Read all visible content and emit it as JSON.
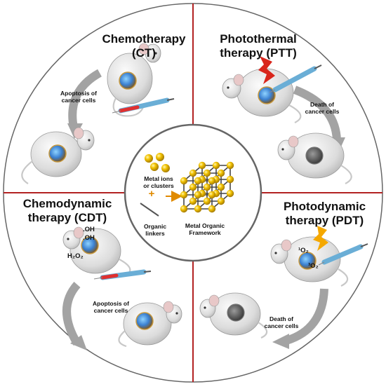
{
  "quadrants": {
    "ct": {
      "title_line1": "Chemotherapy",
      "title_line2": "(CT)",
      "caption_line1": "Apoptosis of",
      "caption_line2": "cancer cells"
    },
    "ptt": {
      "title_line1": "Photothermal",
      "title_line2": "therapy (PTT)",
      "caption_line1": "Death of",
      "caption_line2": "cancer cells"
    },
    "cdt": {
      "title_line1": "Chemodynamic",
      "title_line2": "therapy (CDT)",
      "caption_line1": "Apoptosis of",
      "caption_line2": "cancer cells",
      "species": [
        ".OH",
        ".OH",
        "H₂O₂"
      ]
    },
    "pdt": {
      "title_line1": "Photodynamic",
      "title_line2": "therapy (PDT)",
      "caption_line1": "Death of",
      "caption_line2": "cancer cells",
      "species": [
        "¹O₂",
        "³O₂"
      ]
    }
  },
  "center": {
    "metal_line1": "Metal ions",
    "metal_line2": "or clusters",
    "plus": "+",
    "linker_line1": "Organic",
    "linker_line2": "linkers",
    "mof_line1": "Metal Organic",
    "mof_line2": "Framework"
  },
  "colors": {
    "divider": "#b22222",
    "ring": "#666666",
    "sphere": "#e8b800",
    "arrow": "#9a9a9a",
    "lightning_red": "#d9261c",
    "lightning_yellow": "#f5a800",
    "mouse": "#e6e6e6"
  }
}
